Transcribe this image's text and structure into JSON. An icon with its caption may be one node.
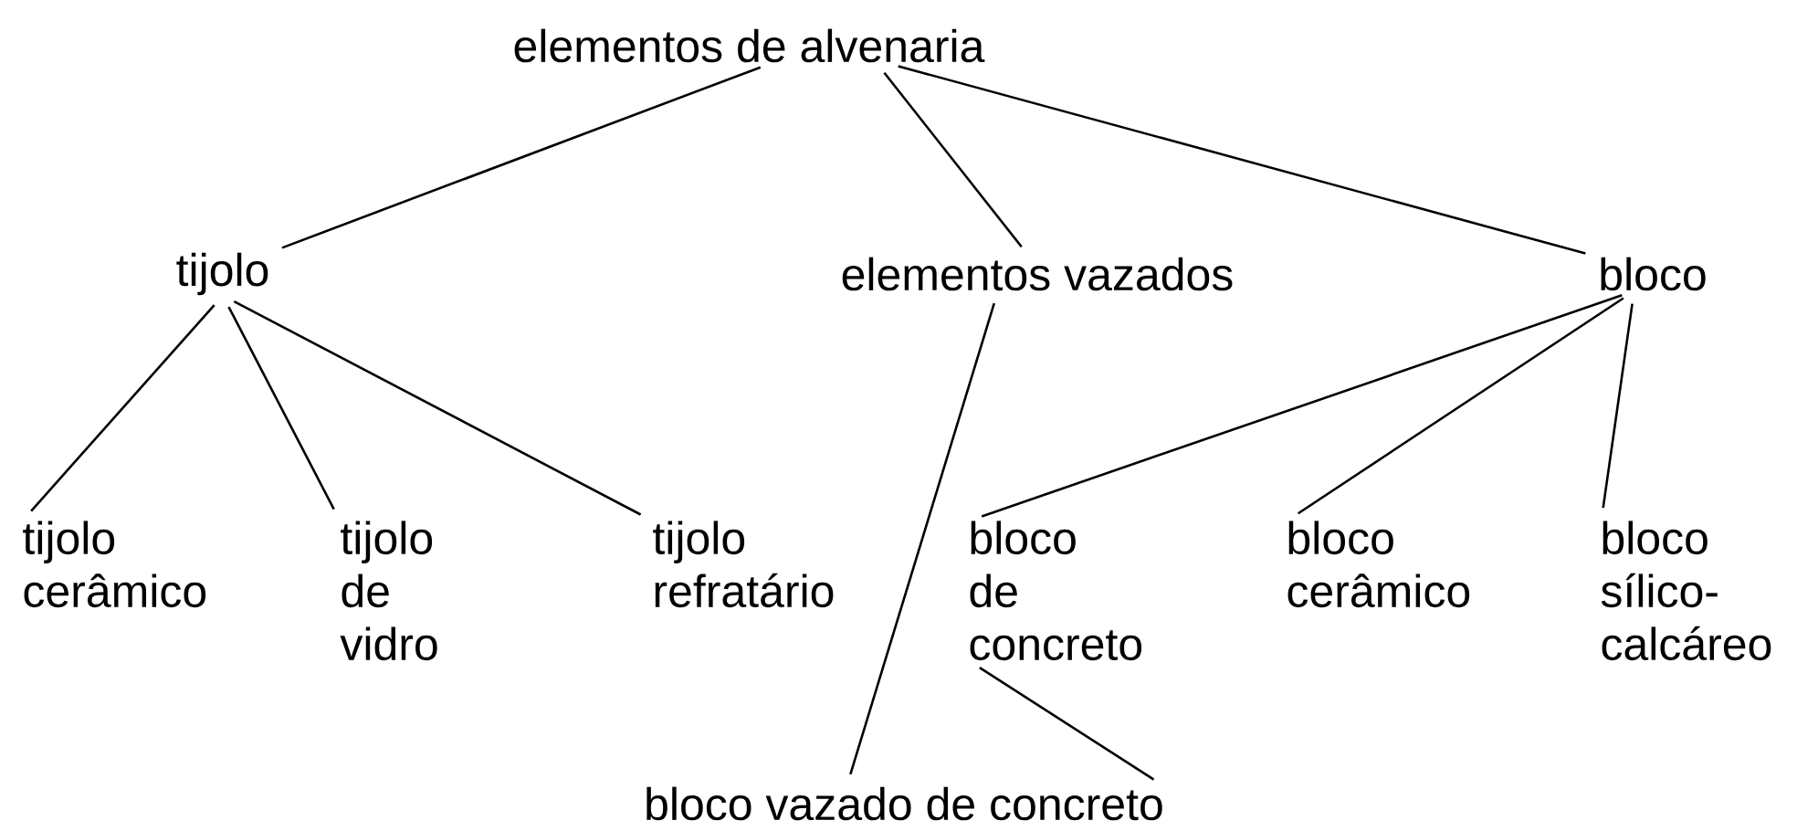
{
  "diagram": {
    "nodes": [
      {
        "text": [
          "elementos de alvenaria"
        ]
      },
      {
        "text": [
          "tijolo"
        ]
      },
      {
        "text": [
          "elementos vazados"
        ]
      },
      {
        "text": [
          "bloco"
        ]
      },
      {
        "text": [
          "tijolo cerâmico"
        ]
      },
      {
        "text": [
          "tijolo de vidro"
        ]
      },
      {
        "text": [
          "tijolo refratário"
        ]
      },
      {
        "text": [
          "bloco de concreto"
        ]
      },
      {
        "text": [
          "bloco cerâmico"
        ]
      },
      {
        "text": [
          "bloco sílico-calcáreo"
        ]
      },
      {
        "text": [
          "bloco vazado de concreto"
        ]
      }
    ],
    "edges": [
      {
        "from": 0,
        "to": 1,
        "arrow": "none"
      },
      {
        "from": 0,
        "to": 2,
        "arrow": "none"
      },
      {
        "from": 0,
        "to": 3,
        "arrow": "none"
      },
      {
        "from": 1,
        "to": 4,
        "arrow": "none"
      },
      {
        "from": 1,
        "to": 5,
        "arrow": "none"
      },
      {
        "from": 1,
        "to": 6,
        "arrow": "none"
      },
      {
        "from": 2,
        "to": 10,
        "arrow": "none"
      },
      {
        "from": 3,
        "to": 7,
        "arrow": "none"
      },
      {
        "from": 3,
        "to": 8,
        "arrow": "none"
      },
      {
        "from": 3,
        "to": 9,
        "arrow": "none"
      },
      {
        "from": 7,
        "to": 10,
        "arrow": "none"
      }
    ]
  }
}
